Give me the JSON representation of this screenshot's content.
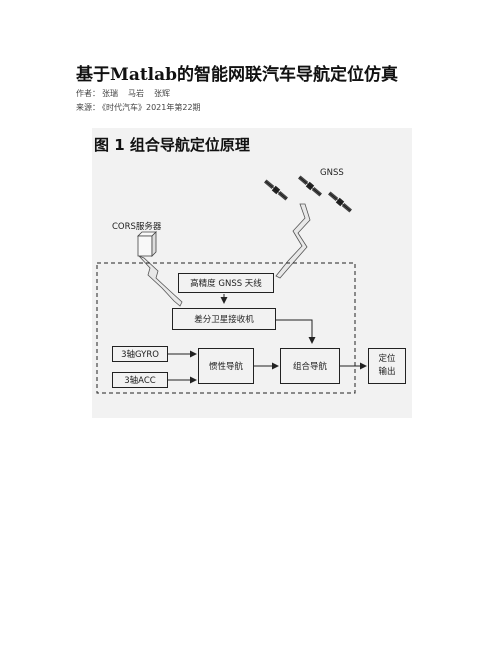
{
  "document": {
    "title": "基于Matlab的智能网联汽车导航定位仿真",
    "author_label": "作者：",
    "authors": [
      "张瑞",
      "马岩",
      "张辉"
    ],
    "source_label": "来源：",
    "source": "《时代汽车》2021年第22期"
  },
  "figure": {
    "title": "图 1   组合导航定位原理",
    "gnss_label": "GNSS",
    "cors_label": "CORS服务器",
    "boxes": {
      "antenna": "高精度 GNSS 天线",
      "receiver": "差分卫星接收机",
      "gyro": "3轴GYRO",
      "acc": "3轴ACC",
      "inertial": "惯性导航",
      "integrated": "组合导航",
      "output_line1": "定位",
      "output_line2": "输出"
    }
  }
}
